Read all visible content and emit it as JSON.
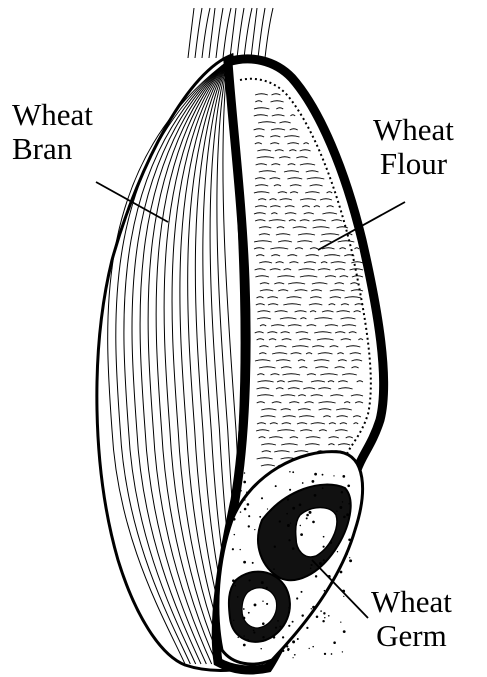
{
  "labels": {
    "bran": {
      "line1": "Wheat",
      "line2": "Bran"
    },
    "flour": {
      "line1": "Wheat",
      "line2": "Flour"
    },
    "germ": {
      "line1": "Wheat",
      "line2": "Germ"
    }
  }
}
